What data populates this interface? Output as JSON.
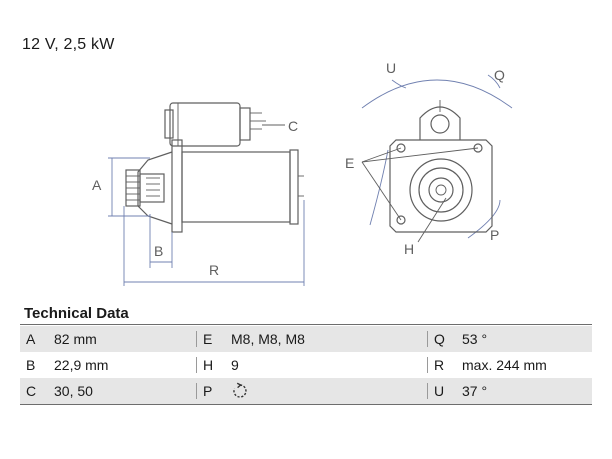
{
  "headline": "12 V, 2,5 kW",
  "diagram": {
    "labels": {
      "a": "A",
      "b": "B",
      "c": "C",
      "e": "E",
      "h": "H",
      "p": "P",
      "q": "Q",
      "r": "R",
      "u": "U"
    }
  },
  "tech": {
    "title": "Technical Data",
    "rows": [
      [
        {
          "key": "A",
          "value": "82 mm"
        },
        {
          "key": "E",
          "value": "M8, M8, M8"
        },
        {
          "key": "Q",
          "value": "53 °"
        }
      ],
      [
        {
          "key": "B",
          "value": "22,9 mm"
        },
        {
          "key": "H",
          "value": "9"
        },
        {
          "key": "R",
          "value": "max. 244 mm"
        }
      ],
      [
        {
          "key": "C",
          "value": "30, 50"
        },
        {
          "key": "P",
          "value": ""
        },
        {
          "key": "U",
          "value": "37 °"
        }
      ]
    ],
    "rotation_icon": "clockwise-rotation-icon"
  }
}
